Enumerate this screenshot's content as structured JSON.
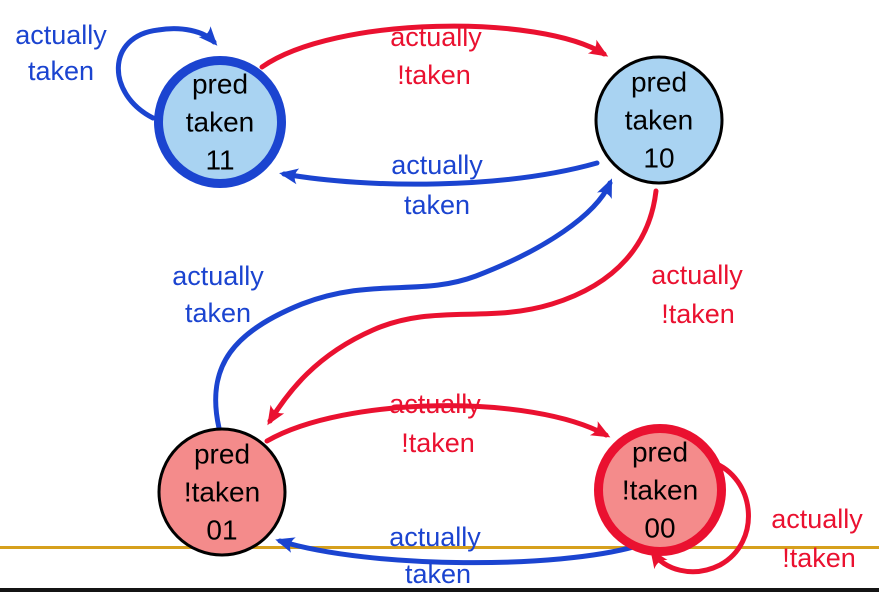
{
  "colors": {
    "blue": "#1b44d0",
    "red": "#ea1130",
    "light_blue_fill": "#a9d3f2",
    "salmon_fill": "#f48b8b",
    "orange_line": "#d6a01d",
    "bottom_bar": "#141414"
  },
  "states": {
    "s11": {
      "lines": [
        "pred",
        "taken",
        "11"
      ]
    },
    "s10": {
      "lines": [
        "pred",
        "taken",
        "10"
      ]
    },
    "s01": {
      "lines": [
        "pred",
        "!taken",
        "01"
      ]
    },
    "s00": {
      "lines": [
        "pred",
        "!taken",
        "00"
      ]
    }
  },
  "edges": {
    "loop_11": {
      "from": "11",
      "to": "11",
      "label": [
        "actually",
        "taken"
      ]
    },
    "t11_to_10": {
      "from": "11",
      "to": "10",
      "label": [
        "actually",
        "!taken"
      ]
    },
    "t10_to_11": {
      "from": "10",
      "to": "11",
      "label": [
        "actually",
        "taken"
      ]
    },
    "t01_to_10": {
      "from": "01",
      "to": "10",
      "label": [
        "actually",
        "taken"
      ]
    },
    "t10_to_01": {
      "from": "10",
      "to": "01",
      "label": [
        "actually",
        "!taken"
      ]
    },
    "t01_to_00": {
      "from": "01",
      "to": "00",
      "label": [
        "actually",
        "!taken"
      ]
    },
    "t00_to_01": {
      "from": "00",
      "to": "01",
      "label": [
        "actually",
        "taken"
      ]
    },
    "loop_00": {
      "from": "00",
      "to": "00",
      "label": [
        "actually",
        "!taken"
      ]
    }
  }
}
